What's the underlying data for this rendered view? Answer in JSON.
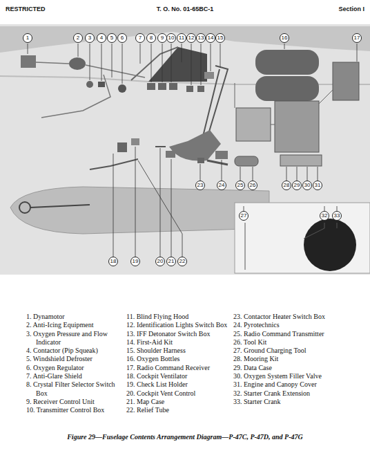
{
  "diagram": {
    "caption": "Figure 29—Fuselage Contents Arrangement Diagram—P-47C, P-47D, and P-47G",
    "nodes": [
      {
        "text": [
          "1"
        ]
      },
      {
        "text": [
          "2"
        ]
      },
      {
        "text": [
          "3"
        ]
      },
      {
        "text": [
          "4"
        ]
      },
      {
        "text": [
          "5"
        ]
      },
      {
        "text": [
          "6"
        ]
      },
      {
        "text": [
          "7"
        ]
      },
      {
        "text": [
          "8"
        ]
      },
      {
        "text": [
          "9"
        ]
      },
      {
        "text": [
          "10"
        ]
      },
      {
        "text": [
          "11"
        ]
      },
      {
        "text": [
          "12"
        ]
      },
      {
        "text": [
          "13"
        ]
      },
      {
        "text": [
          "14"
        ]
      },
      {
        "text": [
          "15"
        ]
      },
      {
        "text": [
          "16"
        ]
      },
      {
        "text": [
          "17"
        ]
      },
      {
        "text": [
          "18"
        ]
      },
      {
        "text": [
          "19"
        ]
      },
      {
        "text": [
          "20"
        ]
      },
      {
        "text": [
          "21"
        ]
      },
      {
        "text": [
          "22"
        ]
      },
      {
        "text": [
          "23"
        ]
      },
      {
        "text": [
          "24"
        ]
      },
      {
        "text": [
          "25"
        ]
      },
      {
        "text": [
          "26"
        ]
      },
      {
        "text": [
          "27"
        ]
      },
      {
        "text": [
          "28"
        ]
      },
      {
        "text": [
          "29"
        ]
      },
      {
        "text": [
          "30"
        ]
      },
      {
        "text": [
          "31"
        ]
      },
      {
        "text": [
          "32"
        ]
      },
      {
        "text": [
          "33"
        ]
      }
    ],
    "labels": [
      "RESTRICTED",
      "T. O. No. 01-65BC-1",
      "Section I",
      "1. Dynamotor",
      "2. Anti-Icing Equipment",
      "3. Oxygen Pressure and Flow Indicator",
      "4. Contactor (Pip Squeak)",
      "5. Windshield Defroster",
      "6. Oxygen Regulator",
      "7. Anti-Glare Shield",
      "8. Crystal Filter Selector Switch Box",
      "9. Receiver Control Unit",
      "10. Transmitter Control Box",
      "11. Blind Flying Hood",
      "12. Identification Lights Switch Box",
      "13. IFF Detonator Switch Box",
      "14. First-Aid Kit",
      "15. Shoulder Harness",
      "16. Oxygen Bottles",
      "17. Radio Command Receiver",
      "18. Cockpit Ventilator",
      "19. Check List Holder",
      "20. Cockpit Vent Control",
      "21. Map Case",
      "22. Relief Tube",
      "23. Contactor Heater Switch Box",
      "24. Pyrotechnics",
      "25. Radio Command Transmitter",
      "26. Tool Kit",
      "27. Ground Charging Tool",
      "28. Mooring Kit",
      "29. Data Case",
      "30. Oxygen System Filler Valve",
      "31. Engine and Canopy Cover",
      "32. Starter Crank Extension",
      "33. Starter Crank"
    ]
  }
}
